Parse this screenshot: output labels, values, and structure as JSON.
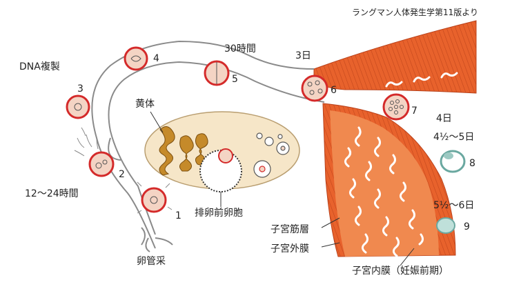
{
  "credit": "ラングマン人体発生学第11版より",
  "labels": {
    "dna": "DNA複製",
    "hours_30": "30時間",
    "day_3": "3日",
    "day_4": "4日",
    "day_45": "4½～5日",
    "day_56": "5½～6日",
    "hours_1224": "12～24時間",
    "corpus_luteum": "黄体",
    "preovulatory": "排卵前卵胞",
    "myometrium": "子宮筋層",
    "perimetrium": "子宮外膜",
    "endometrium": "子宮内膜（妊娠前期）",
    "fimbriae": "卵管采"
  },
  "stages": [
    "1",
    "2",
    "3",
    "4",
    "5",
    "6",
    "7",
    "8",
    "9"
  ],
  "colors": {
    "tube_outline": "#8a8a8a",
    "uterus": "#e8622c",
    "uterus_dark": "#b8401a",
    "ovary": "#f6e6c8",
    "corpus": "#c58a2a",
    "cell_ring": "#d42a2a",
    "cell_fill": "#f4d4c4",
    "blastocyst": "#6aa8a0"
  }
}
